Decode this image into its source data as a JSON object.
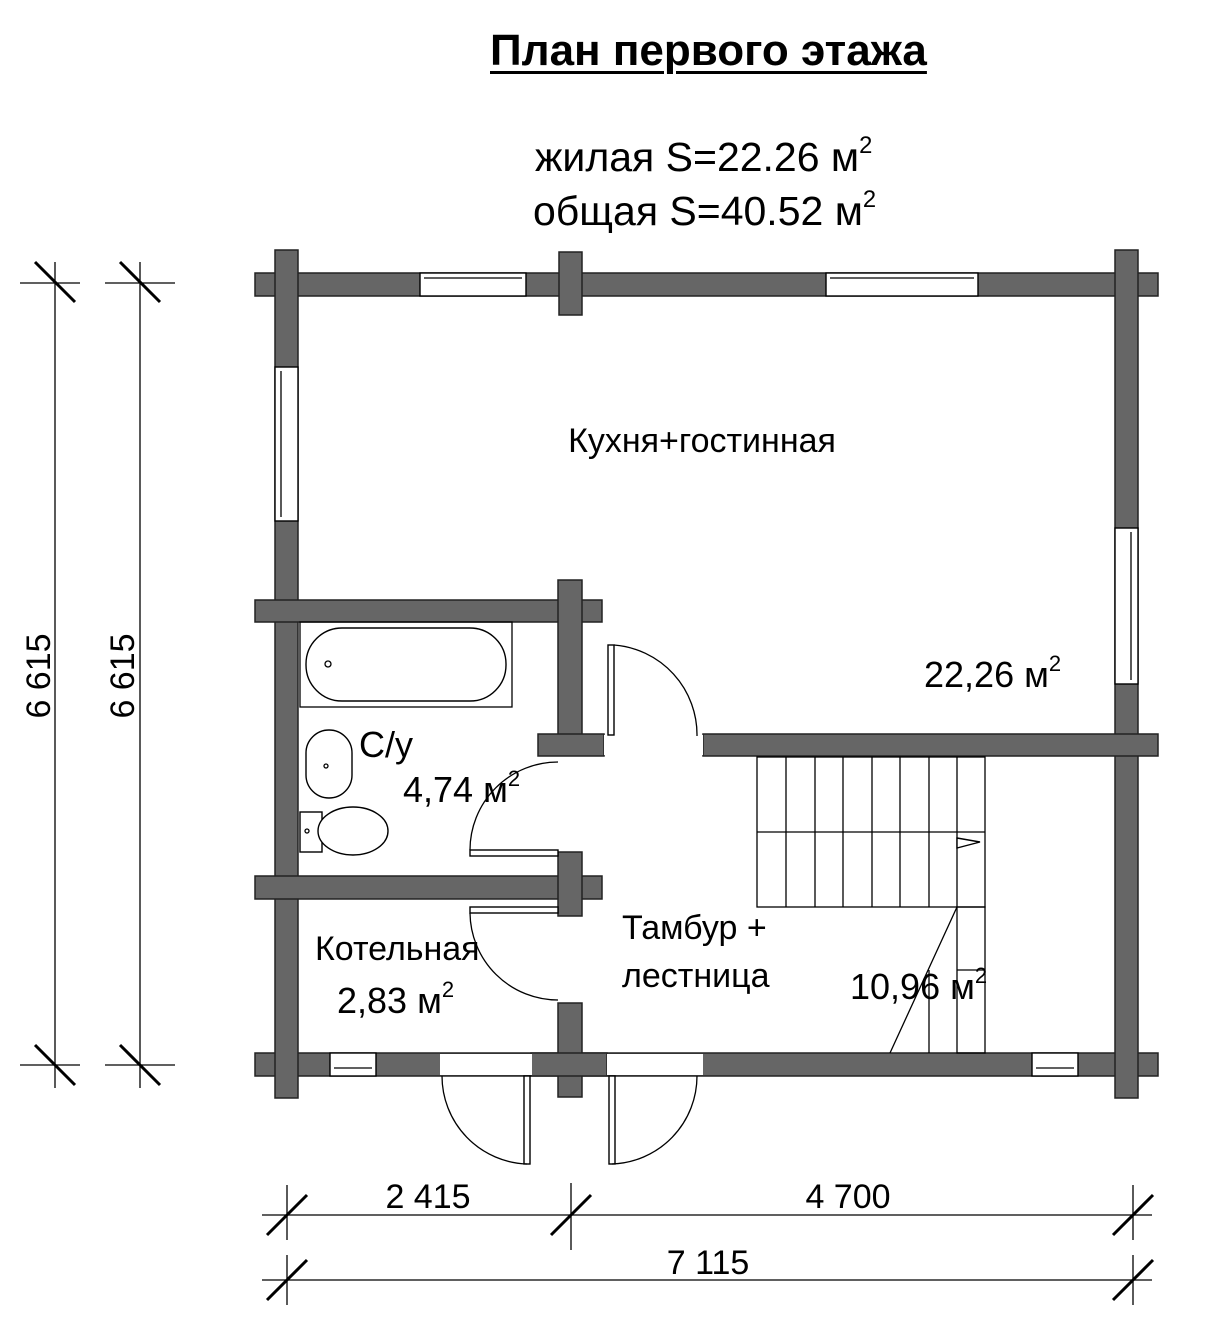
{
  "title": "План первого этажа",
  "living_area_label": "жилая S=22.26 м",
  "total_area_label": "общая S=40.52 м",
  "area_exponent": "2",
  "rooms": {
    "kitchen_name": "Кухня+гостинная",
    "kitchen_area": "22,26 м",
    "bathroom_name": "С/у",
    "bathroom_area": "4,74 м",
    "boiler_name": "Котельная",
    "boiler_area": "2,83 м",
    "vestibule_name_line1": "Тамбур +",
    "vestibule_name_line2": "лестница",
    "vestibule_area": "10,96 м"
  },
  "dimensions": {
    "height_outer": "6 615",
    "height_inner": "6 615",
    "width_left": "2 415",
    "width_right": "4 700",
    "width_total": "7 115"
  },
  "colors": {
    "wall": "#666666",
    "line": "#000000",
    "background": "#ffffff"
  }
}
